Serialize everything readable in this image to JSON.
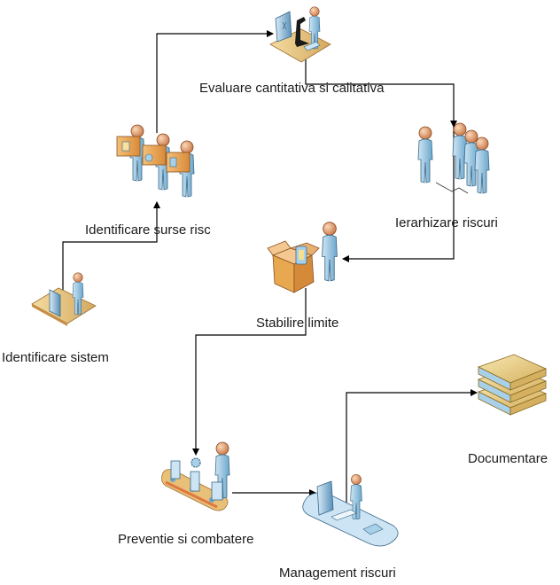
{
  "diagram": {
    "nodes": [
      {
        "id": "identificare-sistem",
        "label": "Identificare sistem",
        "icon": "call-center-desk-icon"
      },
      {
        "id": "identificare-surse-risc",
        "label": "Identificare surse risc",
        "icon": "people-carrying-boxes-icon"
      },
      {
        "id": "evaluare",
        "label": "Evaluare cantitativa si calitativa",
        "icon": "lab-microscope-desk-icon"
      },
      {
        "id": "ierarhizare-riscuri",
        "label": "Ierarhizare riscuri",
        "icon": "people-group-icon"
      },
      {
        "id": "stabilire-limite",
        "label": "Stabilire limite",
        "icon": "person-with-box-icon"
      },
      {
        "id": "preventie",
        "label": "Preventie si combatere",
        "icon": "conveyor-belt-worker-icon"
      },
      {
        "id": "management-riscuri",
        "label": "Management riscuri",
        "icon": "office-workstation-icon"
      },
      {
        "id": "documentare",
        "label": "Documentare",
        "icon": "stacked-books-icon"
      }
    ],
    "edges": [
      {
        "from": "identificare-sistem",
        "to": "identificare-surse-risc"
      },
      {
        "from": "identificare-surse-risc",
        "to": "evaluare"
      },
      {
        "from": "evaluare",
        "to": "ierarhizare-riscuri"
      },
      {
        "from": "ierarhizare-riscuri",
        "to": "stabilire-limite"
      },
      {
        "from": "stabilire-limite",
        "to": "preventie"
      },
      {
        "from": "preventie",
        "to": "management-riscuri"
      },
      {
        "from": "management-riscuri",
        "to": "documentare"
      }
    ],
    "colors": {
      "skin": "#e8a878",
      "shirt": "#a8d0e8",
      "desk": "#e8c888",
      "box": "#e8a048",
      "book": "#e8d090",
      "line": "#000000"
    }
  }
}
